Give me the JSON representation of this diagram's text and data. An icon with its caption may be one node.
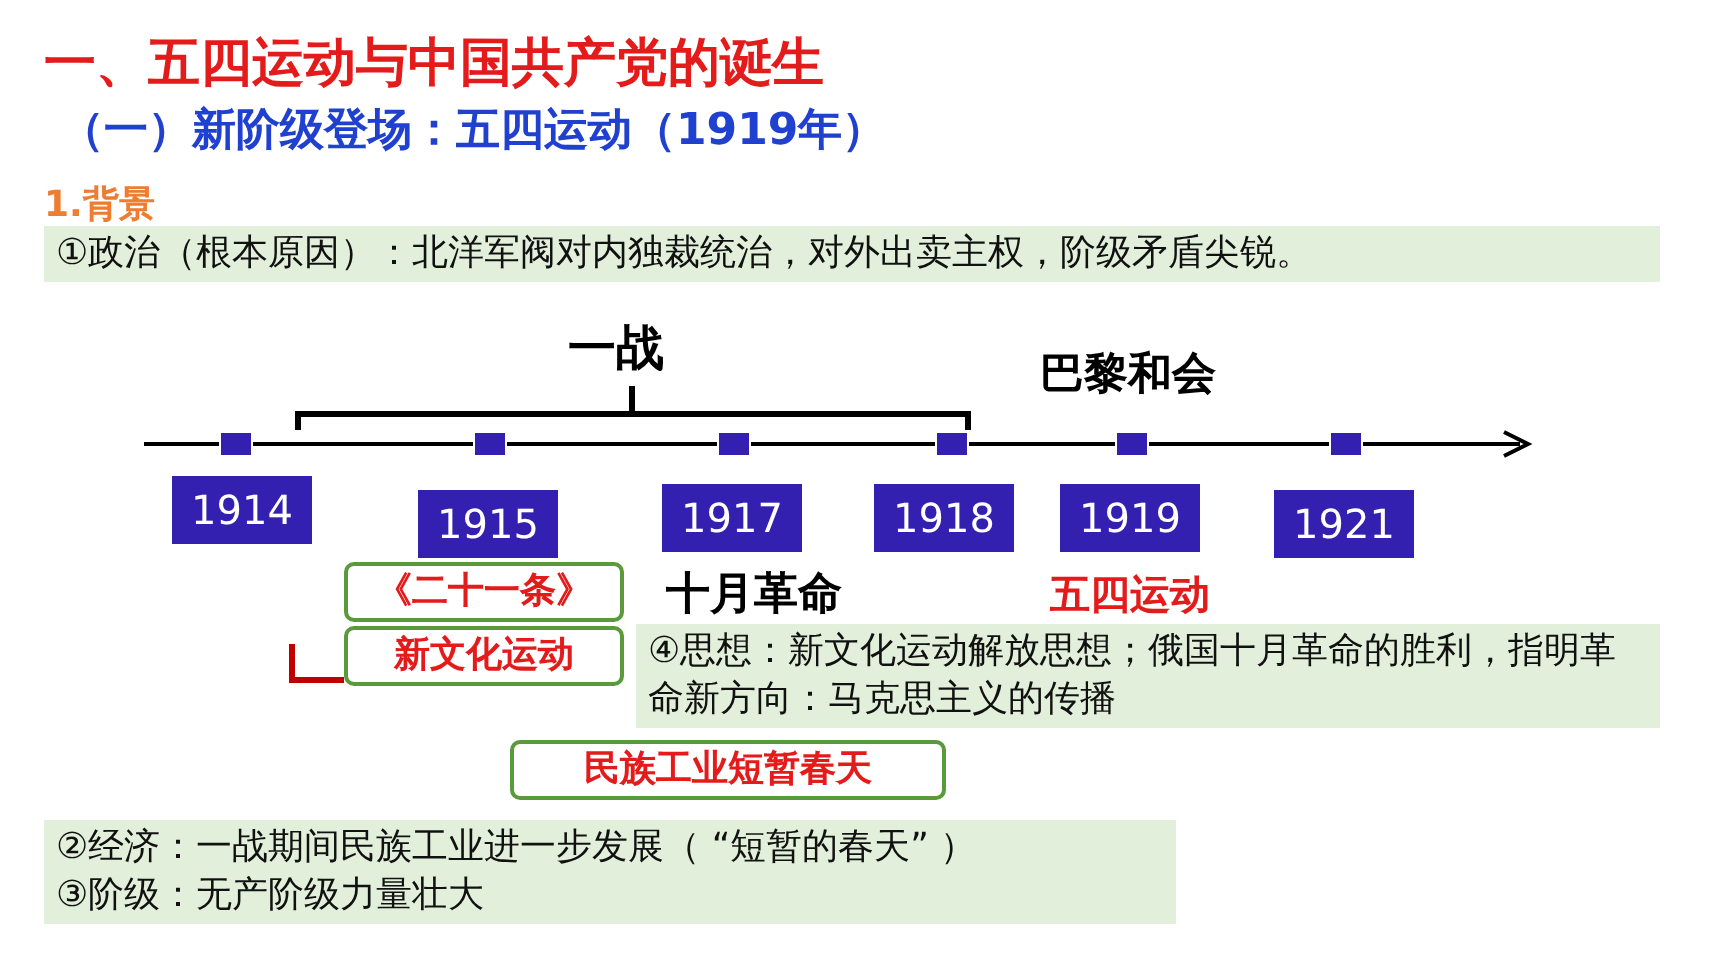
{
  "diagram": {
    "title": "一、五四运动与中国共产党的诞生",
    "nodes": [
      {
        "text": [
          "①政治（根本原因）：北洋军阀对内独裁统治，对外出卖主权，阶级矛盾尖锐。"
        ]
      },
      {
        "text": [
          "1914"
        ]
      },
      {
        "text": [
          "1915"
        ]
      },
      {
        "text": [
          "1917"
        ]
      },
      {
        "text": [
          "1918"
        ]
      },
      {
        "text": [
          "1919"
        ]
      },
      {
        "text": [
          "1921"
        ]
      },
      {
        "text": [
          "《二十一条》"
        ]
      },
      {
        "text": [
          "新文化运动"
        ]
      },
      {
        "text": [
          "④思想：新文化运动解放思想；俄国十月革命的胜利，指明革命新方向：马克思主义的传播"
        ]
      },
      {
        "text": [
          "民族工业短暂春天"
        ]
      },
      {
        "text": [
          "②经济：一战期间民族工业进一步发展（ “短暂的春天” ）",
          "③阶级：无产阶级力量壮大"
        ]
      }
    ],
    "edges": [],
    "labels": [
      "（一）新阶级登场：五四运动（1919年）",
      "1.背景",
      "一战",
      "巴黎和会",
      "十月革命",
      "五四运动"
    ]
  }
}
